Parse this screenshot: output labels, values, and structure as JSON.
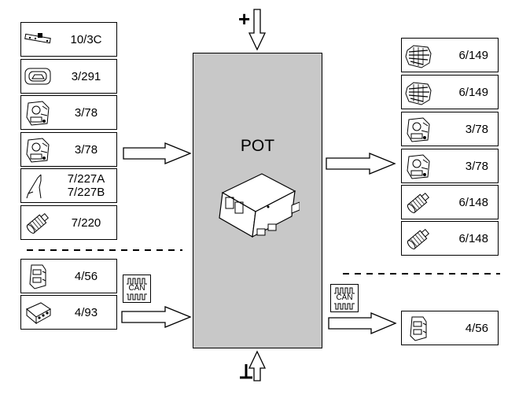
{
  "central_unit": {
    "label": "POT"
  },
  "power_symbol": "+",
  "ground_symbol": "⊥",
  "can_label": "CAN",
  "left_inputs": [
    {
      "code": "10/3C",
      "icon": "rail-icon"
    },
    {
      "code": "3/291",
      "icon": "trunk-button-icon"
    },
    {
      "code": "3/78",
      "icon": "lock-actuator-icon"
    },
    {
      "code": "3/78",
      "icon": "lock-actuator-icon"
    },
    {
      "code": "7/227A\n7/227B",
      "icon": "window-frame-icon"
    },
    {
      "code": "7/220",
      "icon": "motor-icon"
    }
  ],
  "left_can_inputs": [
    {
      "code": "4/56",
      "icon": "control-module-icon"
    },
    {
      "code": "4/93",
      "icon": "connector-module-icon"
    }
  ],
  "right_outputs": [
    {
      "code": "6/149",
      "icon": "engine-icon"
    },
    {
      "code": "6/149",
      "icon": "engine-icon"
    },
    {
      "code": "3/78",
      "icon": "lock-actuator-icon"
    },
    {
      "code": "3/78",
      "icon": "lock-actuator-icon"
    },
    {
      "code": "6/148",
      "icon": "motor-icon"
    },
    {
      "code": "6/148",
      "icon": "motor-icon"
    }
  ],
  "right_can_outputs": [
    {
      "code": "4/56",
      "icon": "control-module-icon"
    }
  ]
}
